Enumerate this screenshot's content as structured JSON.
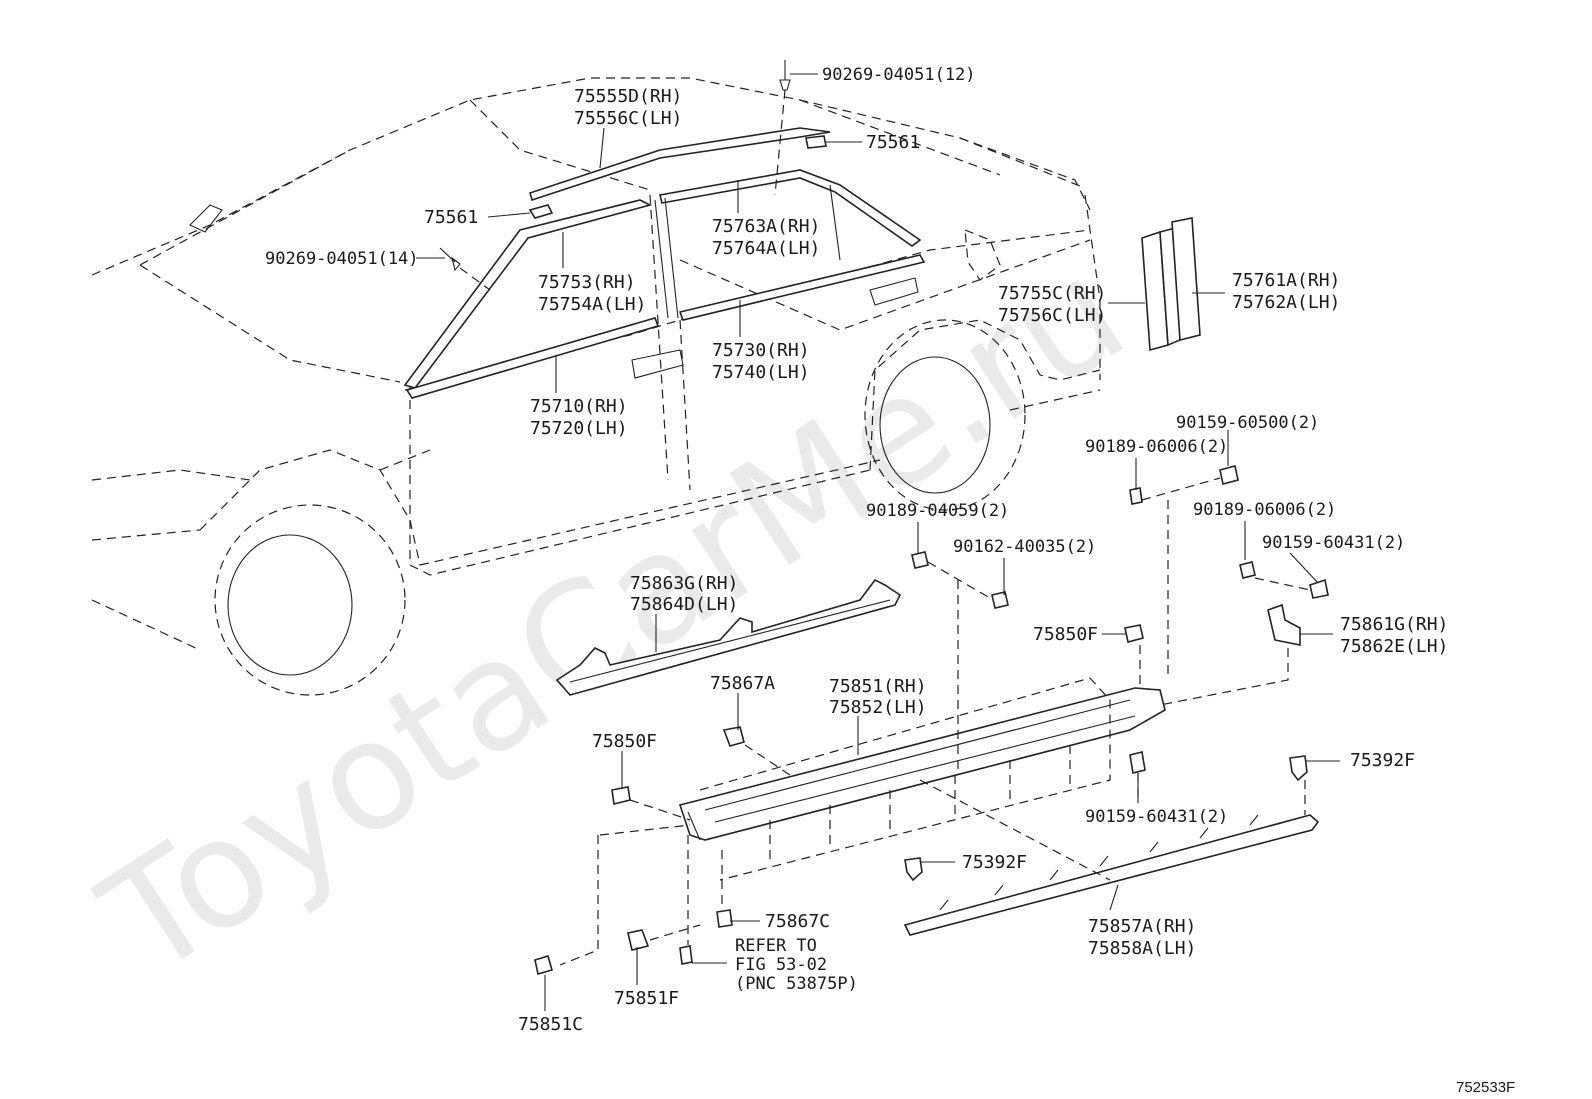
{
  "watermark": "ToyotaCarMe.ru",
  "figure_code": "752533F",
  "labels": {
    "p90269_12": "90269-04051(12)",
    "p75555d": "75555D(RH)",
    "p75556c": "75556C(LH)",
    "p75561_top": "75561",
    "p75561_left": "75561",
    "p90269_14": "90269-04051(14)",
    "p75763a": "75763A(RH)",
    "p75764a": "75764A(LH)",
    "p75753": "75753(RH)",
    "p75754a": "75754A(LH)",
    "p75755c": "75755C(RH)",
    "p75756c": "75756C(LH)",
    "p75761a": "75761A(RH)",
    "p75762a": "75762A(LH)",
    "p75730": "75730(RH)",
    "p75740": "75740(LH)",
    "p75710": "75710(RH)",
    "p75720": "75720(LH)",
    "p90159_60500": "90159-60500(2)",
    "p90189_06006_a": "90189-06006(2)",
    "p90189_04059": "90189-04059(2)",
    "p90189_06006_b": "90189-06006(2)",
    "p90162_40035": "90162-40035(2)",
    "p90159_60431_a": "90159-60431(2)",
    "p75863g": "75863G(RH)",
    "p75864d": "75864D(LH)",
    "p75850f_right": "75850F",
    "p75861g": "75861G(RH)",
    "p75862e": "75862E(LH)",
    "p75867a": "75867A",
    "p75851": "75851(RH)",
    "p75852": "75852(LH)",
    "p75850f_left": "75850F",
    "p75392f_right": "75392F",
    "p90159_60431_b": "90159-60431(2)",
    "p75392f_left": "75392F",
    "p75867c": "75867C",
    "refer_1": "REFER TO",
    "refer_2": "FIG 53-02",
    "refer_3": "(PNC 53875P)",
    "p75857a": "75857A(RH)",
    "p75858a": "75858A(LH)",
    "p75851f": "75851F",
    "p75851c": "75851C"
  }
}
